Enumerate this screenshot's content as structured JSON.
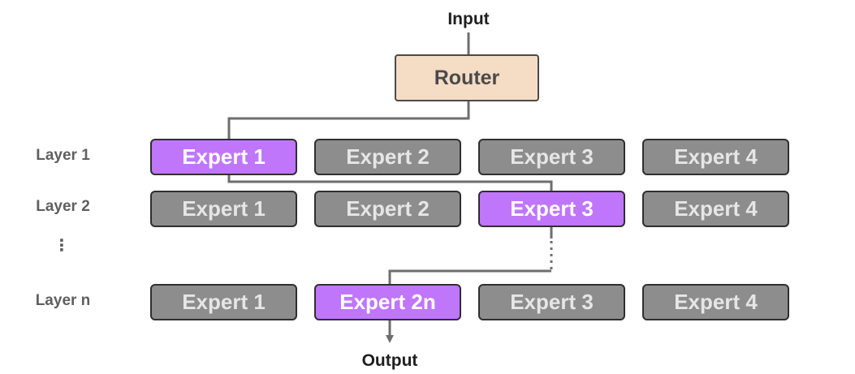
{
  "diagram": {
    "input_label": "Input",
    "output_label": "Output",
    "router_label": "Router",
    "ellipsis": "⋮",
    "colors": {
      "active_expert": "#c076fb",
      "inactive_expert": "#8d8d8d",
      "router_fill": "#f5dcc5",
      "border": "#2f2f2f",
      "wire": "#6e6e6e"
    },
    "layers": [
      {
        "label": "Layer 1",
        "experts": [
          {
            "label": "Expert 1",
            "active": true
          },
          {
            "label": "Expert 2",
            "active": false
          },
          {
            "label": "Expert 3",
            "active": false
          },
          {
            "label": "Expert 4",
            "active": false
          }
        ]
      },
      {
        "label": "Layer 2",
        "experts": [
          {
            "label": "Expert 1",
            "active": false
          },
          {
            "label": "Expert 2",
            "active": false
          },
          {
            "label": "Expert 3",
            "active": true
          },
          {
            "label": "Expert 4",
            "active": false
          }
        ]
      },
      {
        "label": "Layer n",
        "experts": [
          {
            "label": "Expert 1",
            "active": false
          },
          {
            "label": "Expert 2n",
            "active": true
          },
          {
            "label": "Expert 3",
            "active": false
          },
          {
            "label": "Expert 4",
            "active": false
          }
        ]
      }
    ]
  }
}
